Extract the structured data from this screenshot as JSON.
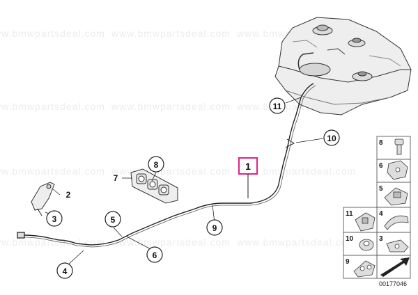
{
  "watermark_text": "www.bmwpartsdeal.com",
  "highlight_color": "#e0218a",
  "callouts": {
    "c1": "1",
    "c2": "2",
    "c3": "3",
    "c4": "4",
    "c5": "5",
    "c6": "6",
    "c7": "7",
    "c8": "8",
    "c9": "9",
    "c10": "10",
    "c11": "11"
  },
  "legend": {
    "r8": "8",
    "r6": "6",
    "r5": "5",
    "r4": "4",
    "r11": "11",
    "r10": "10",
    "r3": "3",
    "r9": "9"
  },
  "diagram_id": "00177046"
}
